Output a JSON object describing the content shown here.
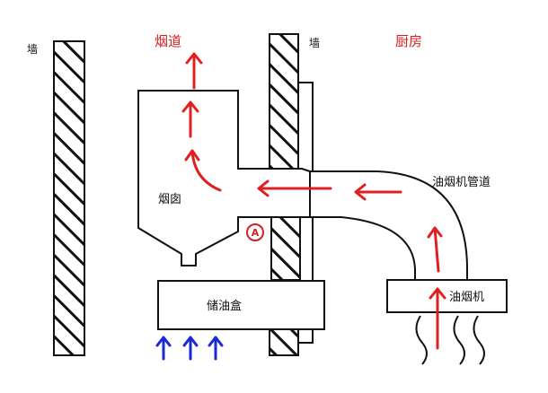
{
  "labels": {
    "wall_left": "墙",
    "wall_right": "墙",
    "flue": "烟道",
    "kitchen": "厨房",
    "chimney": "烟囱",
    "hood_duct": "油烟机管道",
    "oil_box": "储油盒",
    "range_hood": "油烟机",
    "marker": "A"
  },
  "colors": {
    "red_text": "#d42020",
    "red_arrow": "#e02020",
    "blue_arrow": "#1a2ad0",
    "ink": "#111111"
  }
}
